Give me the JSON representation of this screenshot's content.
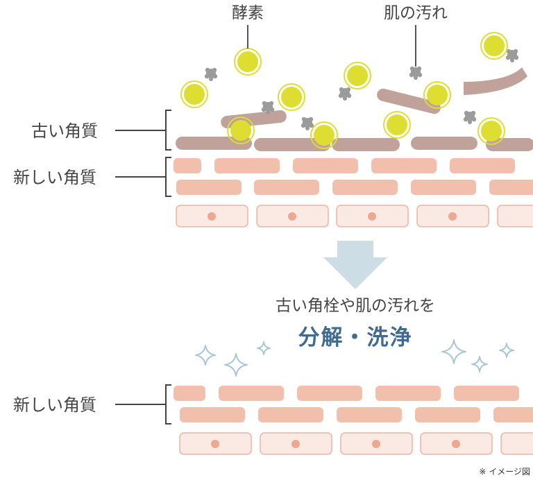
{
  "labels": {
    "enzyme": "酵素",
    "skin_dirt": "肌の汚れ",
    "old_keratin": "古い角質",
    "new_keratin_before": "新しい角質",
    "new_keratin_after": "新しい角質"
  },
  "message": {
    "line1": "古い角栓や肌の汚れを",
    "line2": "分解・洗浄"
  },
  "note": "※ イメージ図",
  "colors": {
    "cell_fill": "#f2bfad",
    "cell_light": "#fbe9e3",
    "cell_border": "#eeb3a0",
    "nucleus": "#eea892",
    "old_keratin": "#c1a29b",
    "enzyme": "#dedd32",
    "dirt": "#9b9b9b",
    "arrow": "#cddde6",
    "sparkle": "#a8c6d6",
    "accent_text": "#3f6b92"
  },
  "icons": {
    "enzyme": "enzyme-circle-icon",
    "dirt": "dirt-particle-icon",
    "arrow": "down-arrow-icon",
    "sparkle": "sparkle-icon"
  }
}
